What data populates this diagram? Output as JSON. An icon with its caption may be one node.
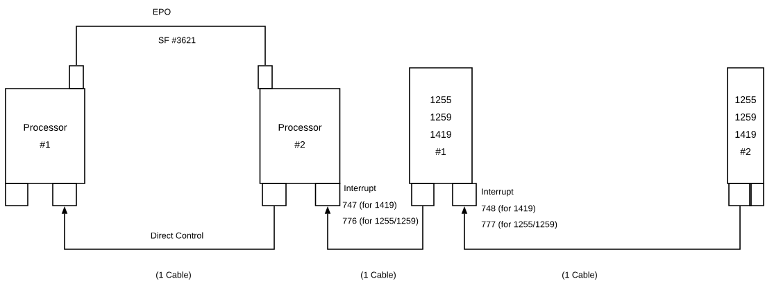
{
  "diagram": {
    "nodes": [
      {
        "text": [
          "Processor #1"
        ]
      },
      {
        "text": [],
        "shape": "box"
      },
      {
        "text": [],
        "shape": "box"
      },
      {
        "text": [],
        "shape": "box"
      },
      {
        "text": [
          "Processor #2"
        ]
      },
      {
        "text": [],
        "shape": "box"
      },
      {
        "text": [],
        "shape": "box"
      },
      {
        "text": [],
        "shape": "box"
      },
      {
        "text": [
          "1255 1259 1419 #1"
        ]
      },
      {
        "text": [],
        "shape": "box"
      },
      {
        "text": [],
        "shape": "box"
      },
      {
        "text": [
          "1255 1259 1419 #2"
        ]
      },
      {
        "text": [],
        "shape": "box"
      },
      {
        "text": [],
        "shape": "box"
      }
    ],
    "edges": [
      {
        "from": 1,
        "to": 5,
        "arrow": "none",
        "label": "EPO"
      },
      {
        "from": 6,
        "to": 3,
        "arrow": "to",
        "label": "Direct Control"
      },
      {
        "from": 9,
        "to": 7,
        "arrow": "to",
        "label": "Interrupt"
      },
      {
        "from": 12,
        "to": 10,
        "arrow": "to",
        "label": "Interrupt"
      }
    ],
    "labels": [
      "SF #3621",
      "747 (for 1419)",
      "776 (for 1255/1259)",
      "748 (for 1419)",
      "777 (for 1255/1259)",
      "(1 Cable)",
      "(1 Cable)",
      "(1 Cable)"
    ]
  }
}
